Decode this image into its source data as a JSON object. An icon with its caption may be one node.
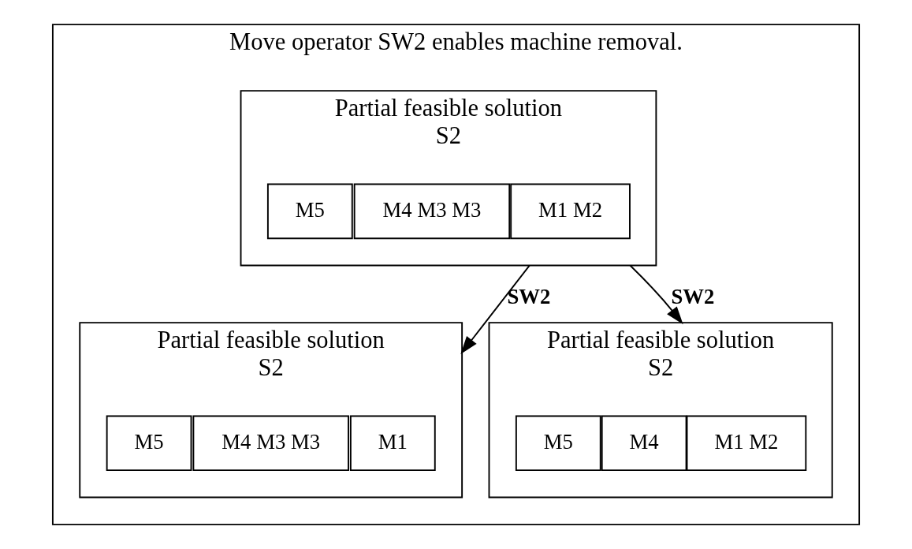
{
  "diagram": {
    "nodes": [
      {
        "text": [
          "Move operator SW2 enables machine removal."
        ]
      },
      {
        "text": [
          "Partial feasible solution",
          "S2"
        ],
        "in": 0
      },
      {
        "text": [
          "M1 M2"
        ],
        "in": 1
      },
      {
        "text": [
          "M4 M3 M3"
        ],
        "in": 1
      },
      {
        "text": [
          "M5"
        ],
        "in": 1
      },
      {
        "text": [
          "Partial feasible solution",
          "S2"
        ],
        "in": 0
      },
      {
        "text": [
          "M1"
        ],
        "in": 5
      },
      {
        "text": [
          "M4 M3 M3"
        ],
        "in": 5
      },
      {
        "text": [
          "M5"
        ],
        "in": 5
      },
      {
        "text": [
          "Partial feasible solution",
          "S2"
        ],
        "in": 0
      },
      {
        "text": [
          "M1 M2"
        ],
        "in": 9
      },
      {
        "text": [
          "M4"
        ],
        "in": 9
      },
      {
        "text": [
          "M5"
        ],
        "in": 9
      }
    ],
    "edges": [
      {
        "from": 1,
        "to": 5,
        "arrow": "to",
        "label": "SW2"
      },
      {
        "from": 1,
        "to": 9,
        "arrow": "to",
        "label": "SW2"
      }
    ]
  }
}
